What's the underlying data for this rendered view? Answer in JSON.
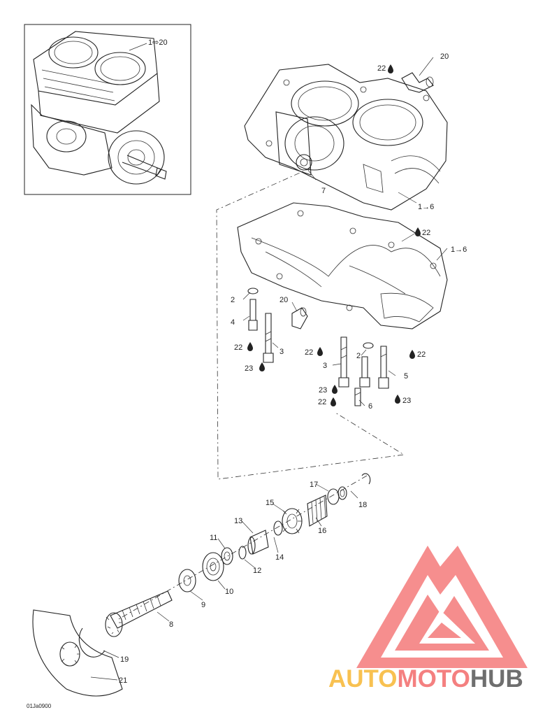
{
  "diagram": {
    "drawing_code": "01Ja0900",
    "callouts": {
      "c1_20": "1⇨20",
      "c20_top": "20",
      "c22_top": "22",
      "c7": "7",
      "c1_6_upper": "1→6",
      "c22_mid": "22",
      "c1_6_lower": "1→6",
      "c2_left": "2",
      "c4": "4",
      "c20_mid": "20",
      "c22_left": "22",
      "c3_left": "3",
      "c22_center": "22",
      "c23_left": "23",
      "c2_right": "2",
      "c22_right": "22",
      "c3_right": "3",
      "c5": "5",
      "c23_center": "23",
      "c22_low": "22",
      "c6": "6",
      "c23_right": "23",
      "c17": "17",
      "c18": "18",
      "c15": "15",
      "c16": "16",
      "c13": "13",
      "c11": "11",
      "c14": "14",
      "c12": "12",
      "c9": "9",
      "c10": "10",
      "c8": "8",
      "c19": "19",
      "c21": "21"
    }
  },
  "watermark": {
    "brand_part1": "AUTO",
    "brand_part2": "MOTO",
    "brand_part3": "HUB",
    "color_primary": "#f36b6b",
    "color_accent": "#f7b733",
    "color_dark": "#555555"
  }
}
